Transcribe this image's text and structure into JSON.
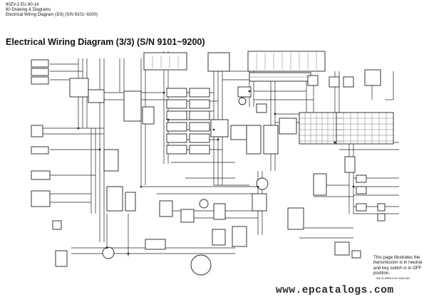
{
  "header": {
    "line1": "90ZV-2 EU 80-14",
    "line2": "80 Drawing & Diagrams",
    "line3": "Electrical Wiring Diagram (3/3) (S/N 9101~9200)"
  },
  "title": "Electrical Wiring Diagram (3/3) (S/N 9101~9200)",
  "note": "This page illustrates the transmission is in neutral and key switch is in OFF position.",
  "doc_number": "SM711-WIRE-9101~9200-003",
  "watermark": "www.epcatalogs.com",
  "colors": {
    "ink": "#222222",
    "background": "#ffffff",
    "watermark": "#2c2c2c"
  }
}
